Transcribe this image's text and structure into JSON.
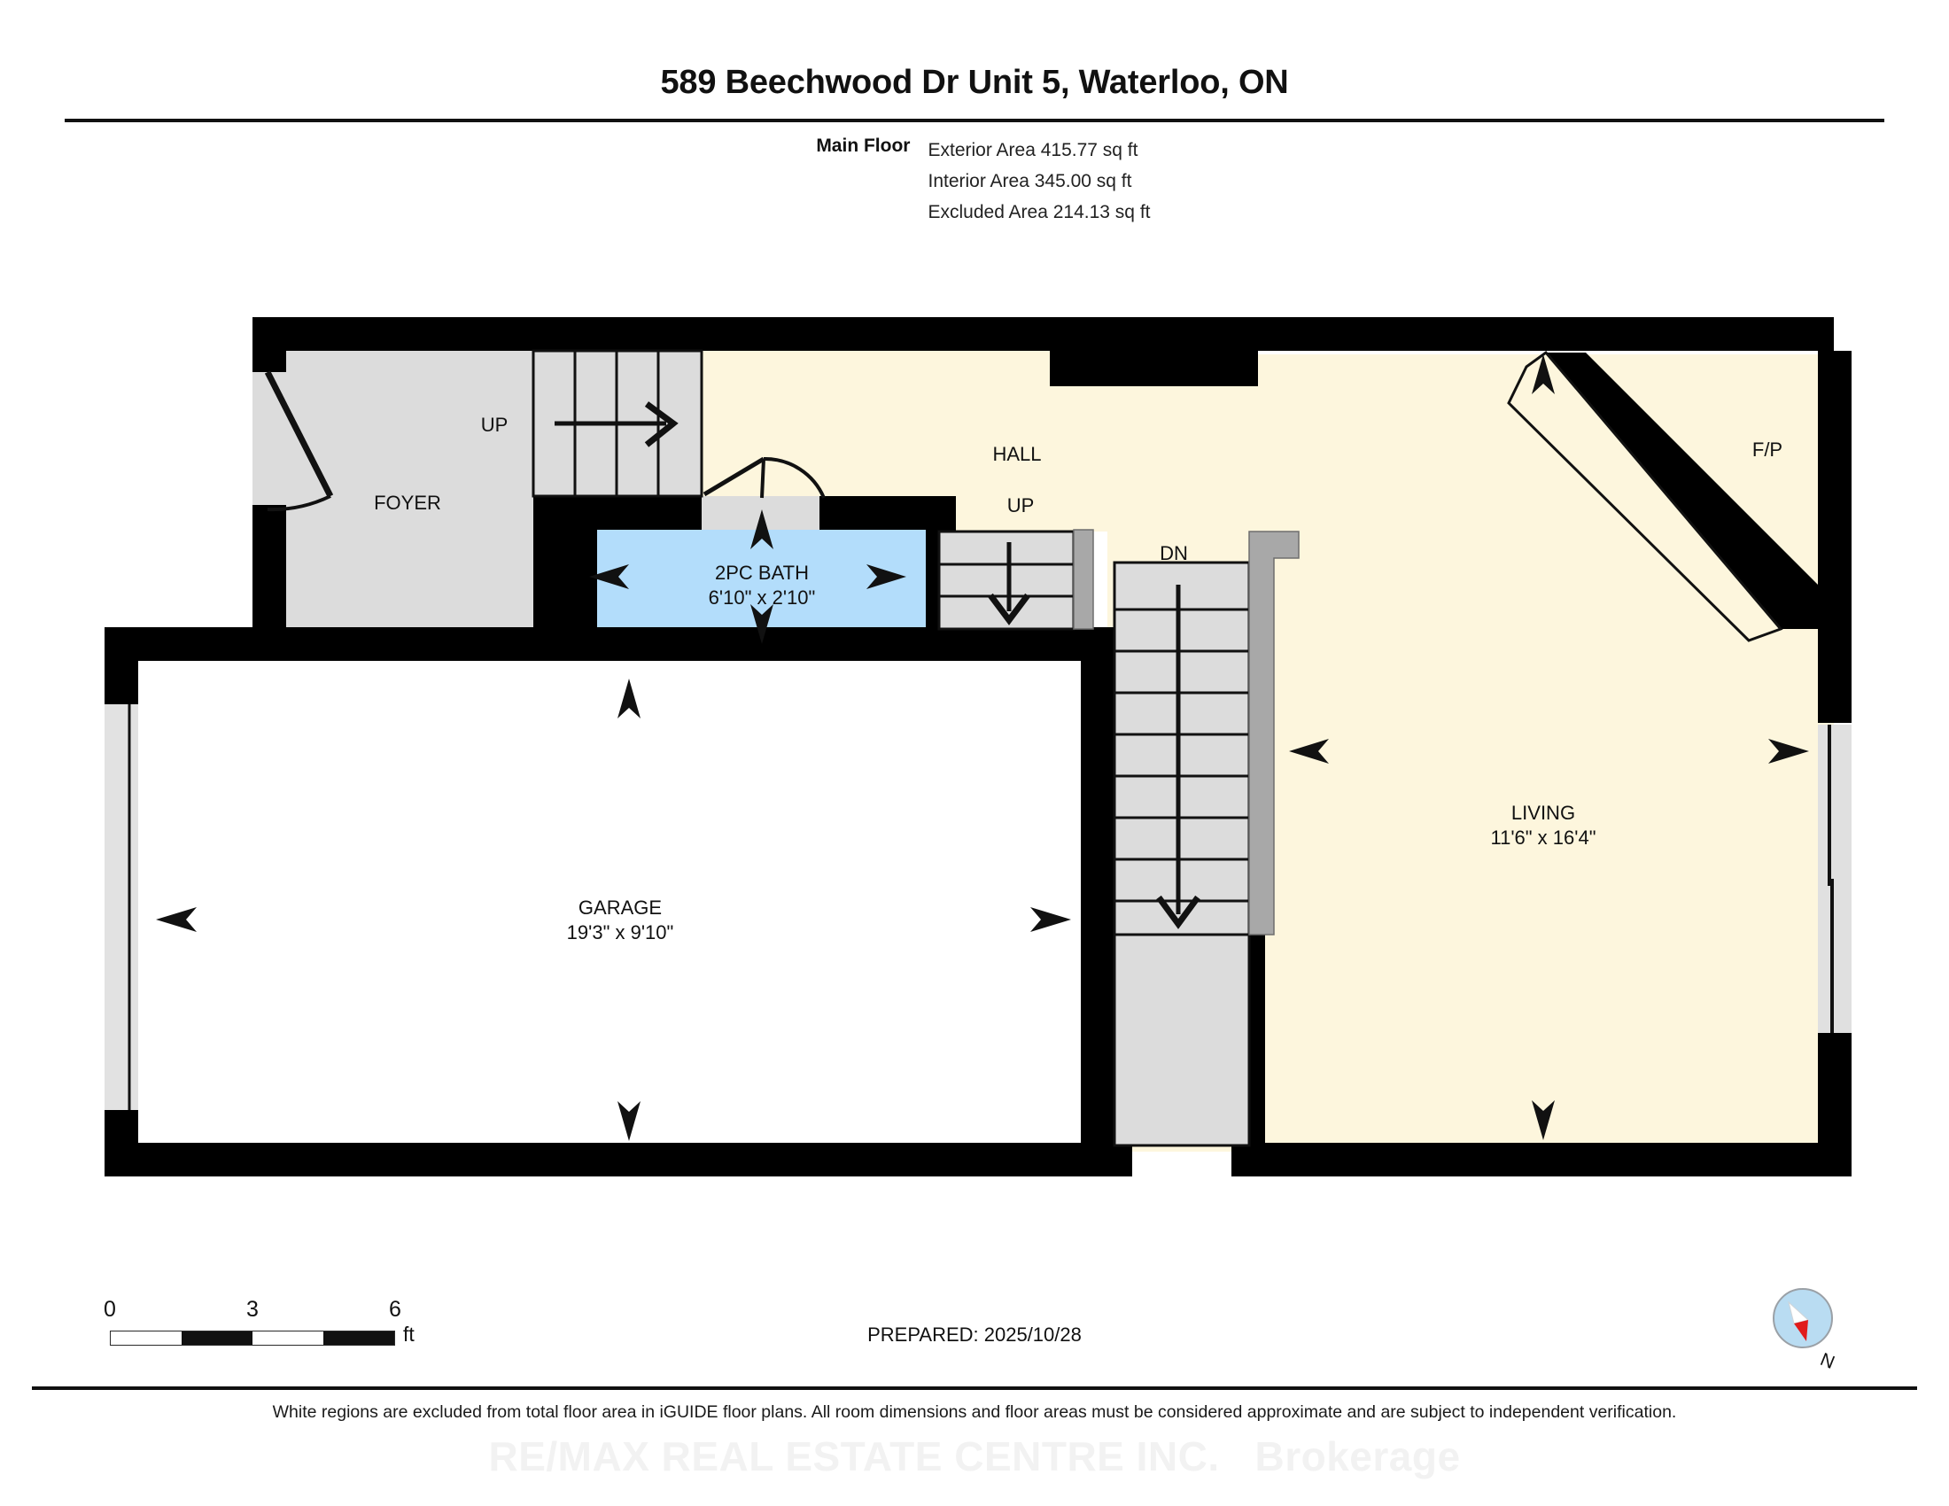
{
  "header": {
    "title": "589 Beechwood Dr Unit 5, Waterloo, ON",
    "floor_label": "Main Floor",
    "exterior_area": "Exterior Area 415.77 sq ft",
    "interior_area": "Interior Area 345.00 sq ft",
    "excluded_area": "Excluded Area 214.13 sq ft"
  },
  "rooms": {
    "foyer": {
      "name": "FOYER"
    },
    "hall": {
      "name": "HALL"
    },
    "bath": {
      "name": "2PC BATH",
      "dimensions": "6'10\" x 2'10\""
    },
    "garage": {
      "name": "GARAGE",
      "dimensions": "19'3\" x 9'10\""
    },
    "living": {
      "name": "LIVING",
      "dimensions": "11'6\" x 16'4\""
    },
    "fireplace": {
      "name": "F/P"
    }
  },
  "stair_labels": {
    "foyer_up": "UP",
    "hall_up": "UP",
    "hall_dn": "DN"
  },
  "scale": {
    "ticks": [
      "0",
      "3",
      "6"
    ],
    "unit": "ft"
  },
  "footer": {
    "prepared": "PREPARED: 2025/10/28",
    "north": "N",
    "disclaimer": "White regions are excluded from total floor area in iGUIDE floor plans. All room dimensions and floor areas must be considered approximate and are subject to independent verification.",
    "watermark": "RE/MAX REAL ESTATE CENTRE INC.   Brokerage"
  },
  "colors": {
    "wall": "#000000",
    "living_fill": "#fdf6dd",
    "bath_fill": "#b3ddfb",
    "gray_fill": "#dcdcdc",
    "stair_rail": "#a8a8a8",
    "excluded_fill": "#ffffff",
    "compass_circle": "#b9dcf2",
    "compass_needle": "#e11b1b"
  }
}
